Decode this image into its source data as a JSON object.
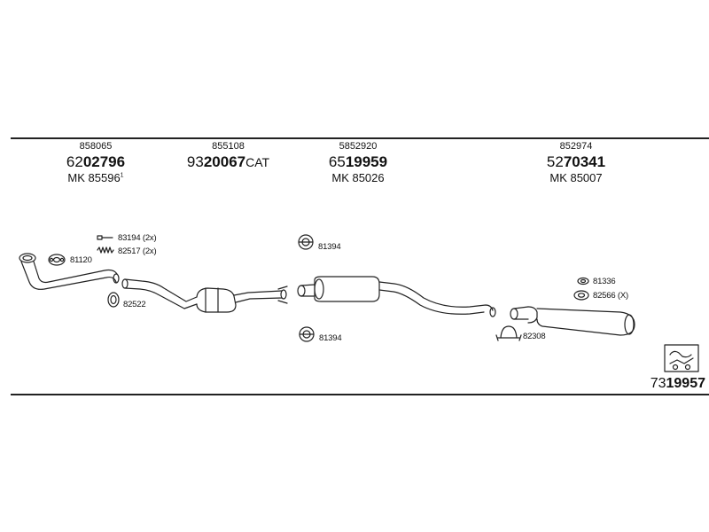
{
  "columns": [
    {
      "oe_number": "858065",
      "part_prefix": "62",
      "part_main": "02796",
      "part_suffix": "",
      "mk_text": "MK 85596",
      "mk_note": "1"
    },
    {
      "oe_number": "855108",
      "part_prefix": "93",
      "part_main": "20067",
      "part_suffix": "CAT",
      "mk_text": "",
      "mk_note": ""
    },
    {
      "oe_number": "5852920",
      "part_prefix": "65",
      "part_main": "19959",
      "part_suffix": "",
      "mk_text": "MK 85026",
      "mk_note": ""
    },
    {
      "oe_number": "852974",
      "part_prefix": "52",
      "part_main": "70341",
      "part_suffix": "",
      "mk_text": "MK 85007",
      "mk_note": ""
    }
  ],
  "parts": [
    {
      "code": "83194 (2x)"
    },
    {
      "code": "82517 (2x)"
    },
    {
      "code": "81120"
    },
    {
      "code": "82522"
    },
    {
      "code": "81394"
    },
    {
      "code": "81394"
    },
    {
      "code": "81336"
    },
    {
      "code": "82566 (X)"
    },
    {
      "code": "82308"
    }
  ],
  "kit": {
    "prefix": "73",
    "main": "19957"
  },
  "icons": [
    "front-pipe-icon",
    "catalytic-converter-icon",
    "centre-silencer-icon",
    "rear-silencer-icon",
    "gasket-icon",
    "rubber-mount-icon",
    "clamp-icon",
    "bolt-icon",
    "spring-icon",
    "kit-box-icon"
  ]
}
